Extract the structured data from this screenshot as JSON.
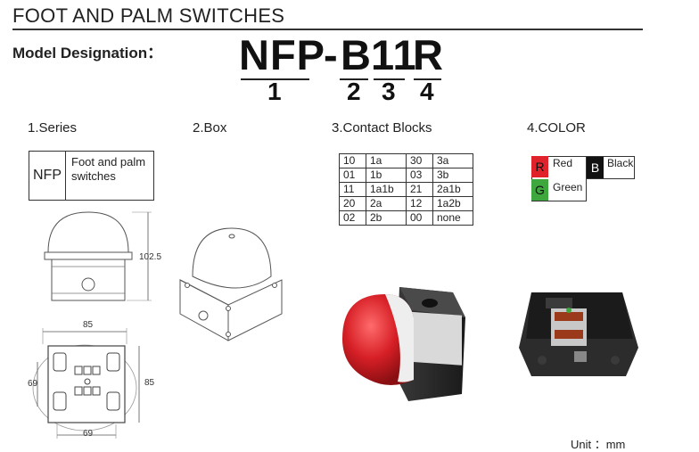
{
  "header": {
    "title": "FOOT AND PALM SWITCHES"
  },
  "designation": {
    "label": "Model Designation：",
    "parts": [
      "NFP",
      "-",
      "B",
      "11",
      "R"
    ],
    "numbers": [
      "1",
      "2",
      "3",
      "4"
    ]
  },
  "sections": {
    "series": "1.Series",
    "box": "2.Box",
    "contact": "3.Contact Blocks",
    "color": "4.COLOR"
  },
  "series_table": {
    "code": "NFP",
    "desc": "Foot and palm switches"
  },
  "contact_table": [
    [
      "10",
      "1a",
      "30",
      "3a"
    ],
    [
      "01",
      "1b",
      "03",
      "3b"
    ],
    [
      "11",
      "1a1b",
      "21",
      "2a1b"
    ],
    [
      "20",
      "2a",
      "12",
      "1a2b"
    ],
    [
      "02",
      "2b",
      "00",
      "none"
    ]
  ],
  "colors": [
    {
      "code": "R",
      "name": "Red",
      "swatch": "#e0232b",
      "text": "#111111"
    },
    {
      "code": "B",
      "name": "Black",
      "swatch": "#111111",
      "text": "#ffffff"
    },
    {
      "code": "G",
      "name": "Green",
      "swatch": "#3ea83e",
      "text": "#111111"
    }
  ],
  "dimensions": {
    "height": "102.5",
    "width_top": "85",
    "side": "85",
    "left": "69",
    "bottom": "69"
  },
  "footer": {
    "unit": "Unit ：mm"
  }
}
